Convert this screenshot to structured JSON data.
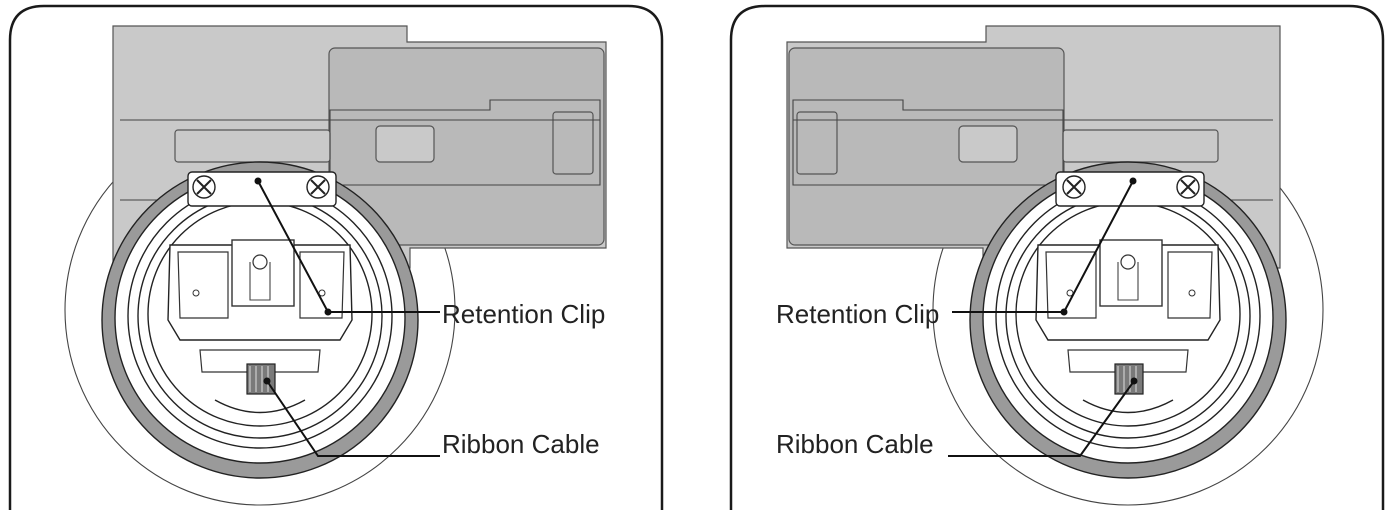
{
  "panels": [
    {
      "id": "left",
      "labels": {
        "retention_clip": "Retention Clip",
        "ribbon_cable": "Ribbon Cable"
      }
    },
    {
      "id": "right",
      "labels": {
        "retention_clip": "Retention Clip",
        "ribbon_cable": "Ribbon Cable"
      }
    }
  ],
  "colors": {
    "plate": "#c9c9c9",
    "outline": "#1a1a1a"
  }
}
